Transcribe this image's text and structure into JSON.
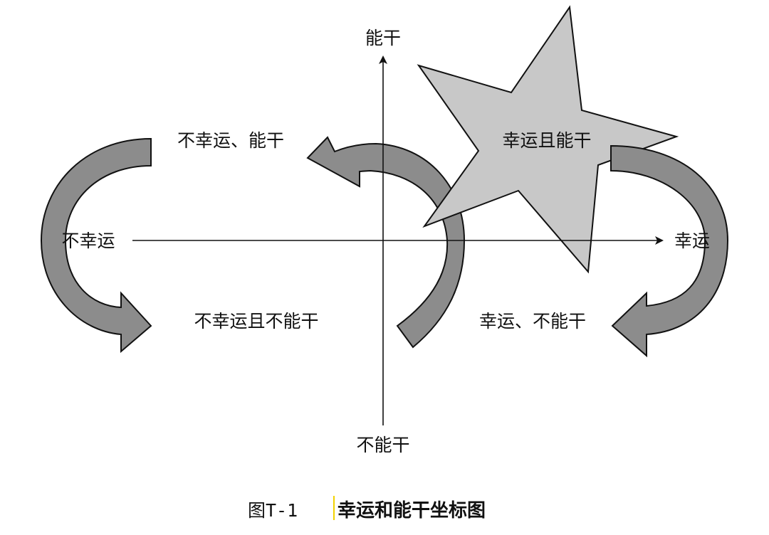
{
  "axes": {
    "y_top_label": "能干",
    "y_bottom_label": "不能干",
    "x_left_label": "不幸运",
    "x_right_label": "幸运"
  },
  "quadrants": {
    "top_left": "不幸运、能干",
    "top_right": "幸运且能干",
    "bottom_left": "不幸运且不能干",
    "bottom_right": "幸运、不能干"
  },
  "caption": {
    "number": "图T-1",
    "title": "幸运和能干坐标图"
  },
  "colors": {
    "arrow_fill": "#8c8c8c",
    "star_fill": "#c8c8c8",
    "stroke": "#111111",
    "caption_marker": "#f2d200"
  }
}
